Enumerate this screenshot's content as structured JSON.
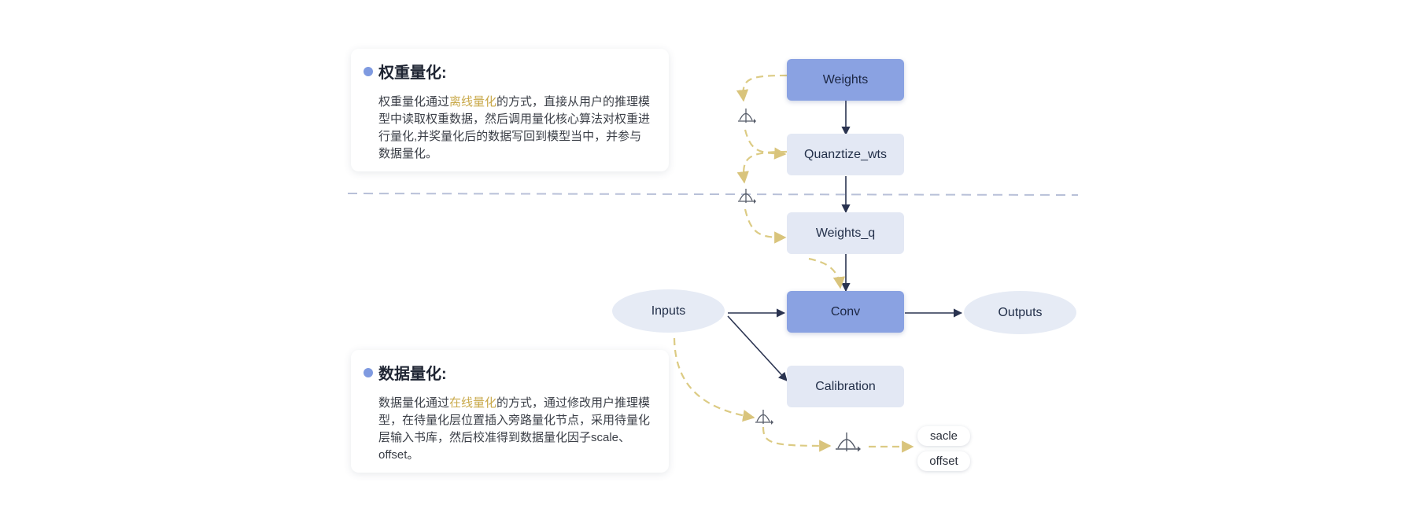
{
  "colors": {
    "node_primary": "#8aa2e2",
    "node_secondary": "#e3e8f4",
    "highlight": "#c9a94a",
    "dashed_flow": "#dccb84",
    "arrow": "#2a3350",
    "divider": "#b8c0d8",
    "bullet": "#7f9ae0"
  },
  "weight_card": {
    "title": "权重量化:",
    "text_before": "权重量化通过",
    "highlight": "离线量化",
    "text_after": "的方式，直接从用户的推理模型中读取权重数据，然后调用量化核心算法对权重进行量化,并奖量化后的数据写回到模型当中，并参与数据量化。"
  },
  "data_card": {
    "title": "数据量化:",
    "text_before": "数据量化通过",
    "highlight": "在线量化",
    "text_after": "的方式，通过修改用户推理模型，在待量化层位置插入旁路量化节点，采用待量化层输入书库，然后校准得到数据量化因子scale、offset。"
  },
  "nodes": {
    "weights": "Weights",
    "quantize_wts": "Quanztize_wts",
    "weights_q": "Weights_q",
    "conv": "Conv",
    "inputs": "Inputs",
    "outputs": "Outputs",
    "calibration": "Calibration"
  },
  "tags": {
    "scale": "sacle",
    "offset": "offset"
  },
  "icons": {
    "quantize_op": "quantize-operator-icon"
  }
}
